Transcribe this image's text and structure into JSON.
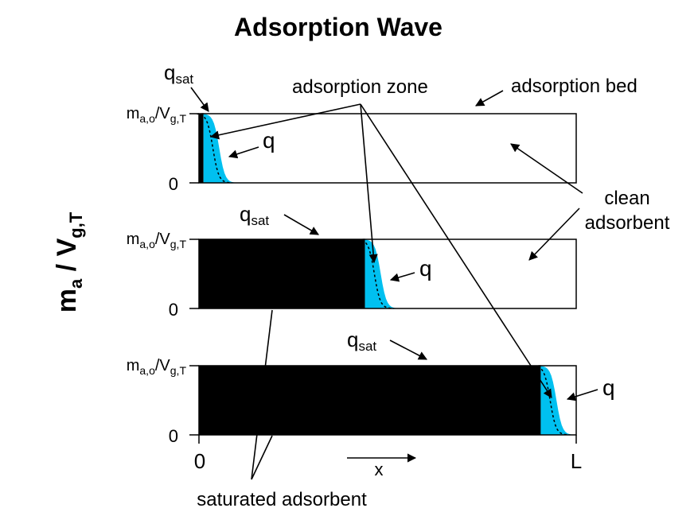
{
  "title": "Adsorption Wave",
  "y_axis_label": {
    "main": "m",
    "sub1": "a",
    "sep": " / V",
    "sub2": "g,T"
  },
  "tick_top": {
    "main": "m",
    "sub1": "a,o",
    "sep": "/V",
    "sub2": "g,T"
  },
  "tick_zero": "0",
  "x_axis": {
    "start": "0",
    "end": "L",
    "var": "x"
  },
  "labels": {
    "qsat_main": "q",
    "qsat_sub": "sat",
    "q": "q",
    "adsorption_zone": "adsorption zone",
    "adsorption_bed": "adsorption bed",
    "clean_line1": "clean",
    "clean_line2": "adsorbent",
    "saturated_adsorbent": "saturated adsorbent"
  },
  "panels": [
    {
      "saturated_fraction": 0.012
    },
    {
      "saturated_fraction": 0.44
    },
    {
      "saturated_fraction": 0.906
    }
  ],
  "colors": {
    "saturated": "#000000",
    "zone": "#00c0f0",
    "line": "#000000"
  }
}
